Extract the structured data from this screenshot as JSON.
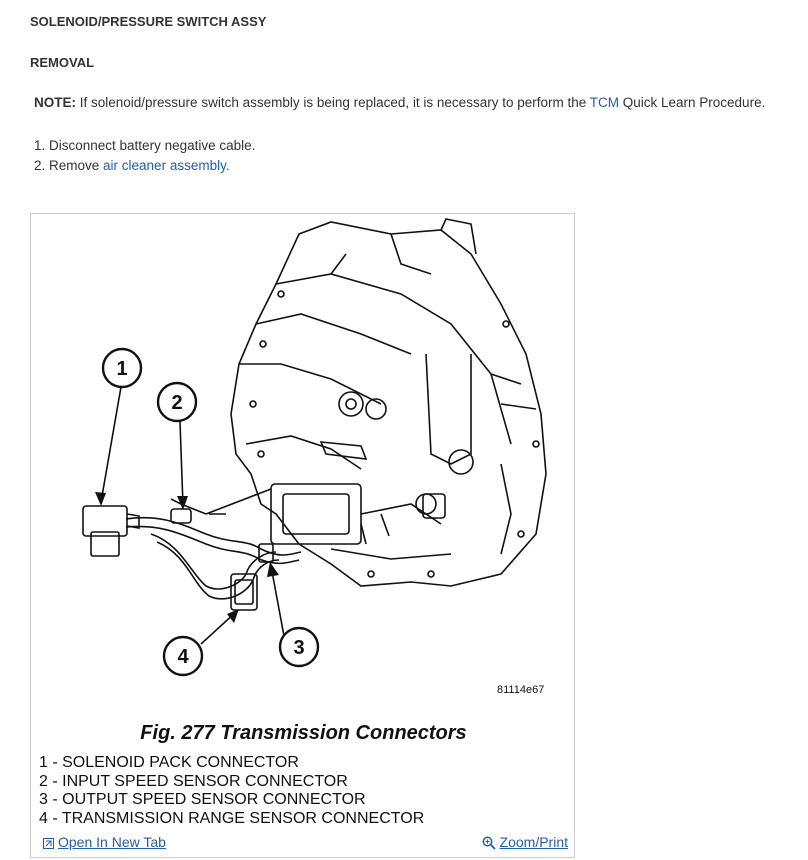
{
  "heading": "SOLENOID/PRESSURE SWITCH ASSY",
  "subheading": "REMOVAL",
  "note": {
    "label": "NOTE:",
    "text_before": " If solenoid/pressure switch assembly is being replaced, it is necessary to perform the ",
    "link": "TCM",
    "text_after": " Quick Learn Procedure."
  },
  "steps": [
    {
      "text": "1. Disconnect battery negative cable."
    },
    {
      "text": "2. Remove ",
      "link": "air cleaner assembly."
    }
  ],
  "figure": {
    "code": "81114e67",
    "title": "Fig. 277 Transmission Connectors",
    "callouts": [
      "1",
      "2",
      "3",
      "4"
    ],
    "legend": [
      "1 - SOLENOID PACK CONNECTOR",
      "2 - INPUT SPEED SENSOR CONNECTOR",
      "3 - OUTPUT SPEED SENSOR CONNECTOR",
      "4 - TRANSMISSION RANGE SENSOR CONNECTOR"
    ],
    "open_tab": "Open In New Tab",
    "zoom": "Zoom/Print",
    "open_icon": "open-external-icon",
    "zoom_icon": "magnifier-icon"
  },
  "colors": {
    "link": "#1f5fa8",
    "text": "#333333"
  }
}
